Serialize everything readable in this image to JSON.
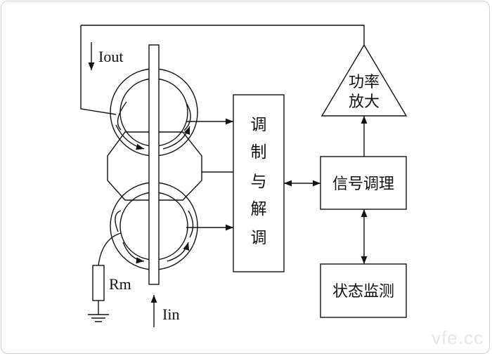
{
  "labels": {
    "iout": "Iout",
    "iin": "Iin",
    "rm": "Rm",
    "amp_line1": "功率",
    "amp_line2": "放大",
    "mod_chars": [
      "调",
      "制",
      "与",
      "解",
      "调"
    ],
    "signal": "信号调理",
    "status": "状态监测"
  },
  "watermark": "vfe.cc"
}
